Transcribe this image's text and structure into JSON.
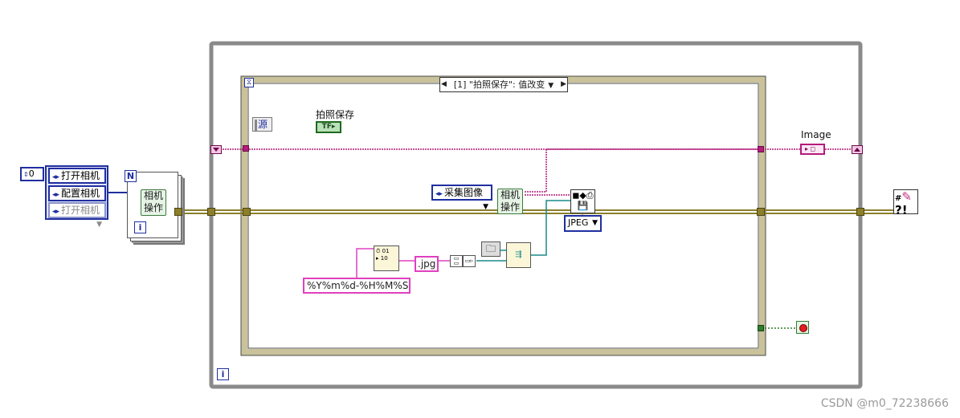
{
  "enum_constants": {
    "numeric_zero": "0",
    "array_item_1": "打开相机",
    "array_item_2": "配置相机",
    "array_item_3": "打开相机",
    "capture_image": "采集图像",
    "image_format": "JPEG"
  },
  "subvi": {
    "camera_op_label": "相机\n操作"
  },
  "for_loop": {
    "count_terminal": "N",
    "index_terminal": "i"
  },
  "while_loop": {
    "index_terminal": "i"
  },
  "event_structure": {
    "timeout_icon": "hourglass-icon",
    "case_label": "[1] \"拍照保存\": 值改变",
    "source_node": "源"
  },
  "control": {
    "label": "拍照保存",
    "terminal_text": "TF"
  },
  "image_indicator": {
    "label": "Image"
  },
  "string_constants": {
    "format": "%Y%m%d-%H%M%S",
    "extension": ".jpg"
  },
  "watermark": "CSDN @m0_72238666",
  "colors": {
    "cluster_wire": "#8b7f2a",
    "image_wire": "#b31b7a",
    "string_wire": "#e040c0",
    "path_wire": "#1a8a8a",
    "enum_border": "#1f2fa0",
    "loop_border": "#8a8a8a"
  }
}
